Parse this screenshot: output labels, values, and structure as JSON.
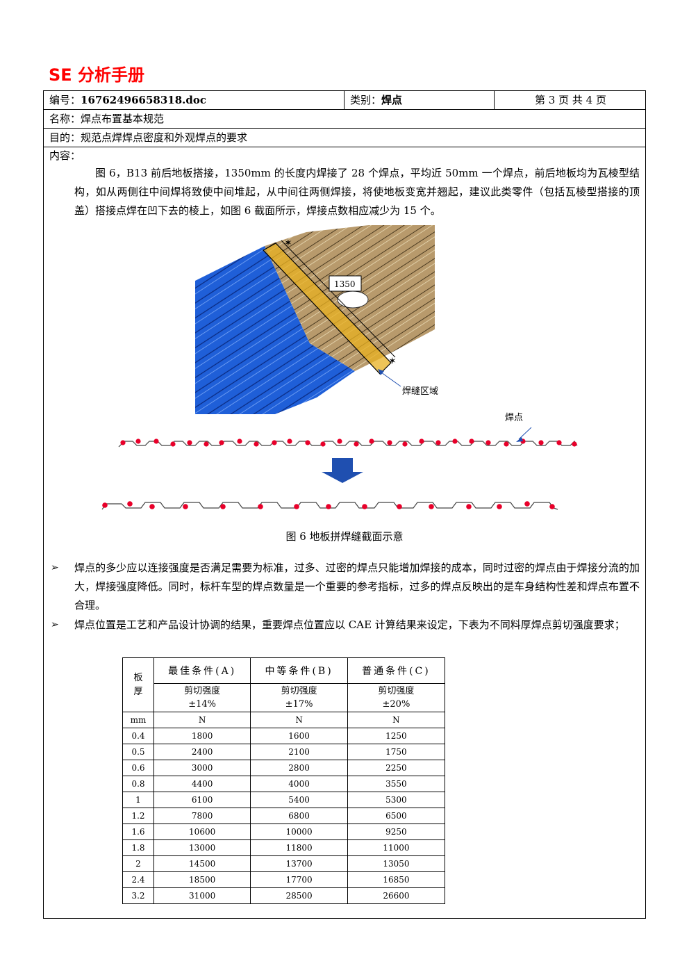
{
  "doc_title": "SE 分析手册",
  "header": {
    "code_label": "编号：",
    "code_value": "16762496658318.doc",
    "category_label": "类别：",
    "category_value": "焊点",
    "page_info": "第 3 页 共 4 页",
    "name_label": "名称：",
    "name_value": "焊点布置基本规范",
    "purpose_label": "目的：",
    "purpose_value": "规范点焊焊点密度和外观焊点的要求",
    "content_label": "内容："
  },
  "intro_paragraph": "图 6，B13 前后地板搭接，1350mm 的长度内焊接了 28 个焊点，平均近 50mm 一个焊点，前后地板均为瓦棱型结构，如从两侧往中间焊将致使中间堆起，从中间往两侧焊接，将使地板变宽并翘起，建议此类零件（包括瓦棱型搭接的顶盖）搭接点焊在凹下去的棱上，如图 6 截面所示，焊接点数相应减少为 15 个。",
  "figure": {
    "length_label": "1350",
    "weld_zone_label": "焊缝区域",
    "weld_point_label": "焊点",
    "caption": "图 6  地板拼焊缝截面示意",
    "colors": {
      "front_floor": "#1f5fd8",
      "rear_floor": "#b89a6c",
      "weld_band": "#e8b020",
      "weld_dot": "#e8002a",
      "arrow": "#1f4fb0"
    }
  },
  "bullets": [
    "焊点的多少应以连接强度是否满足需要为标准，过多、过密的焊点只能增加焊接的成本，同时过密的焊点由于焊接分流的加大，焊接强度降低。同时，标杆车型的焊点数量是一个重要的参考指标，过多的焊点反映出的是车身结构性差和焊点布置不合理。",
    "焊点位置是工艺和产品设计协调的结果，重要焊点位置应以 CAE 计算结果来设定，下表为不同料厚焊点剪切强度要求；"
  ],
  "bullet_icon": "arrow-bullet-icon",
  "table": {
    "thickness_header": "板厚",
    "columns": [
      {
        "name": "最佳条件(A)",
        "metric": "剪切强度",
        "tolerance": "±14%"
      },
      {
        "name": "中等条件(B)",
        "metric": "剪切强度",
        "tolerance": "±17%"
      },
      {
        "name": "普通条件(C)",
        "metric": "剪切强度",
        "tolerance": "±20%"
      }
    ],
    "unit_row": [
      "mm",
      "N",
      "N",
      "N"
    ],
    "rows": [
      [
        "0.4",
        "1800",
        "1600",
        "1250"
      ],
      [
        "0.5",
        "2400",
        "2100",
        "1750"
      ],
      [
        "0.6",
        "3000",
        "2800",
        "2250"
      ],
      [
        "0.8",
        "4400",
        "4000",
        "3550"
      ],
      [
        "1",
        "6100",
        "5400",
        "5300"
      ],
      [
        "1.2",
        "7800",
        "6800",
        "6500"
      ],
      [
        "1.6",
        "10600",
        "10000",
        "9250"
      ],
      [
        "1.8",
        "13000",
        "11800",
        "11000"
      ],
      [
        "2",
        "14500",
        "13700",
        "13050"
      ],
      [
        "2.4",
        "18500",
        "17700",
        "16850"
      ],
      [
        "3.2",
        "31000",
        "28500",
        "26600"
      ]
    ]
  }
}
